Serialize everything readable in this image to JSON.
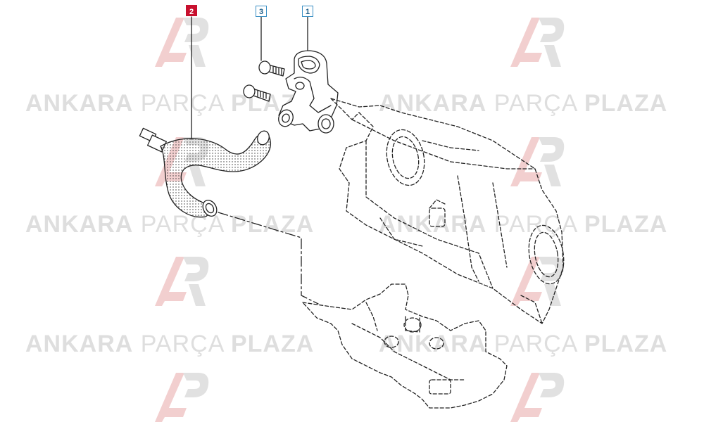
{
  "watermark": {
    "brand_bold_1": "ANKARA",
    "brand_light": "PARÇA",
    "brand_bold_2": "PLAZA",
    "logo_icon": "ap-logo-icon",
    "color": "#d4d4d4"
  },
  "callouts": [
    {
      "label": "2",
      "style": "red"
    },
    {
      "label": "3",
      "style": "blue"
    },
    {
      "label": "1",
      "style": "blue"
    }
  ],
  "colors": {
    "line": "#222222",
    "callout_blue": "#3a8fc4",
    "callout_red": "#c8102e"
  }
}
